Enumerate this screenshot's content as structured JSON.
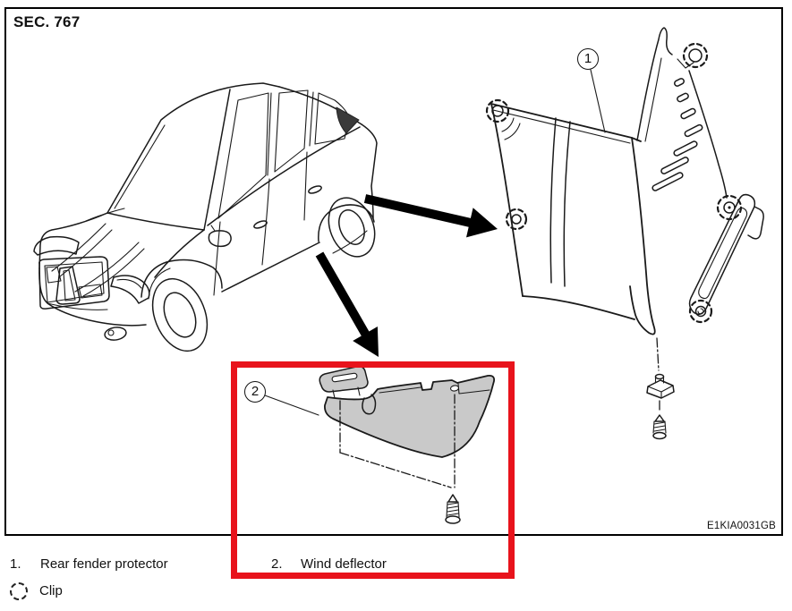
{
  "header": {
    "section": "SEC. 767"
  },
  "figure_code": "E1KIA0031GB",
  "callouts": [
    {
      "number": "1"
    },
    {
      "number": "2"
    }
  ],
  "legend": {
    "items": [
      {
        "number": "1.",
        "label": "Rear fender protector"
      },
      {
        "number": "2.",
        "label": "Wind deflector"
      }
    ],
    "clip_label": "Clip"
  },
  "colors": {
    "highlight": "#e8131c",
    "part_fill": "#c9c9c9",
    "line": "#1a1a1a"
  }
}
